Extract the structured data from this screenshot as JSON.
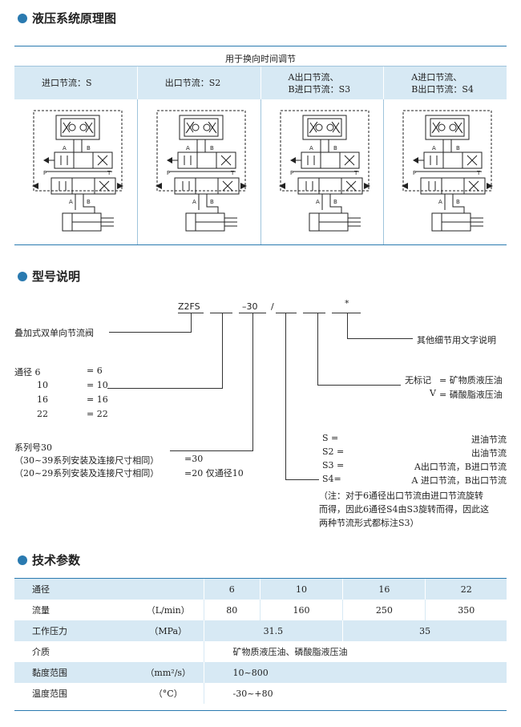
{
  "sections": {
    "schematic": "液压系统原理图",
    "model": "型号说明",
    "tech": "技术参数"
  },
  "schematic": {
    "caption": "用于换向时间调节",
    "columns": [
      {
        "line1": "进口节流：S",
        "line2": ""
      },
      {
        "line1": "出口节流：S2",
        "line2": ""
      },
      {
        "line1": "A出口节流、",
        "line2": "B进口节流：S3"
      },
      {
        "line1": "A进口节流、",
        "line2": "B出口节流：S4"
      }
    ],
    "port_labels": {
      "a": "A",
      "b": "B",
      "p": "P",
      "t": "T"
    }
  },
  "model": {
    "code_parts": [
      "Z2FS",
      "–30",
      "/",
      "*"
    ],
    "valve_name": "叠加式双单向节流阀",
    "sizes_title": "通径",
    "sizes": [
      {
        "k": "通径 6",
        "v": "= 6"
      },
      {
        "k": "10",
        "v": "= 10"
      },
      {
        "k": "16",
        "v": "= 16"
      },
      {
        "k": "22",
        "v": "= 22"
      }
    ],
    "series_title": "系列号30",
    "series_lines": [
      {
        "k": "（30~39系列安装及连接尺寸相同）",
        "v": "=30"
      },
      {
        "k": "（20~29系列安装及连接尺寸相同）",
        "v": "=20 仅通径10"
      }
    ],
    "other_detail": "其他细节用文字说明",
    "fluid_lines": [
      {
        "k": "无标记",
        "v": "= 矿物质液压油"
      },
      {
        "k": "V",
        "v": "=  磷酸脂液压油"
      }
    ],
    "throttle_lines": [
      {
        "k": "S =",
        "v": "进油节流"
      },
      {
        "k": "S2 =",
        "v": "出油节流"
      },
      {
        "k": "S3 =",
        "v": "A出口节流，B进口节流"
      },
      {
        "k": "S4=",
        "v": "A 进口节流，B出口节流"
      }
    ],
    "note_lines": [
      "（注：对于6通径出口节流由进口节流旋转",
      "而得，因此6通径S4由S3旋转而得，因此这",
      "两种节流形式都标注S3）"
    ]
  },
  "tech": {
    "rows": [
      {
        "label": "通径",
        "unit": "",
        "values": [
          "6",
          "10",
          "16",
          "22"
        ]
      },
      {
        "label": "流量",
        "unit": "（L/min）",
        "values": [
          "80",
          "160",
          "250",
          "350"
        ]
      },
      {
        "label": "工作压力",
        "unit": "（MPa）",
        "values": [
          "31.5",
          "35"
        ]
      },
      {
        "label": "介质",
        "unit": "",
        "values": [
          "矿物质液压油、磷酸脂液压油"
        ]
      },
      {
        "label": "黏度范围",
        "unit": "（mm²/s）",
        "values": [
          "10~800"
        ]
      },
      {
        "label": "温度范围",
        "unit": "（°C）",
        "values": [
          "-30~+80"
        ]
      }
    ]
  }
}
